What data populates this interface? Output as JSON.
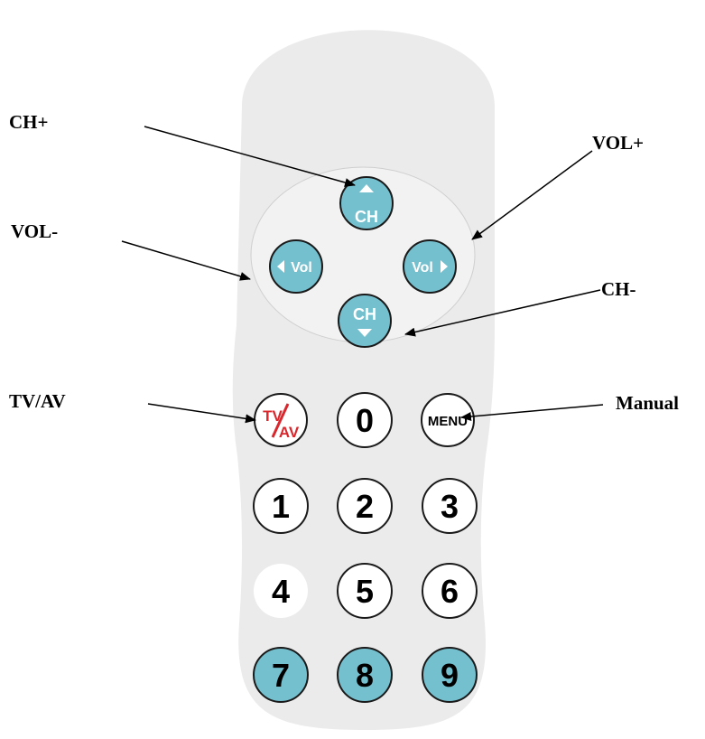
{
  "callouts": {
    "ch_plus": "CH+",
    "vol_plus": "VOL+",
    "vol_minus": "VOL-",
    "ch_minus": "CH-",
    "tv_av": "TV/AV",
    "manual": "Manual"
  },
  "remote": {
    "dpad": {
      "ch_up_label": "CH",
      "ch_down_label": "CH",
      "vol_left_label": "Vol",
      "vol_right_label": "Vol"
    },
    "tv_av_button": {
      "tv": "TV",
      "av": "AV"
    },
    "menu_label": "MENU",
    "digits": [
      "0",
      "1",
      "2",
      "3",
      "4",
      "5",
      "6",
      "7",
      "8",
      "9"
    ]
  },
  "colors": {
    "body": "#ebebeb",
    "pad": "#f2f2f2",
    "accent_button": "#75c0cf",
    "white_button": "#ffffff",
    "tv_av_red": "#d8282e",
    "outline": "#1a1a1a"
  }
}
